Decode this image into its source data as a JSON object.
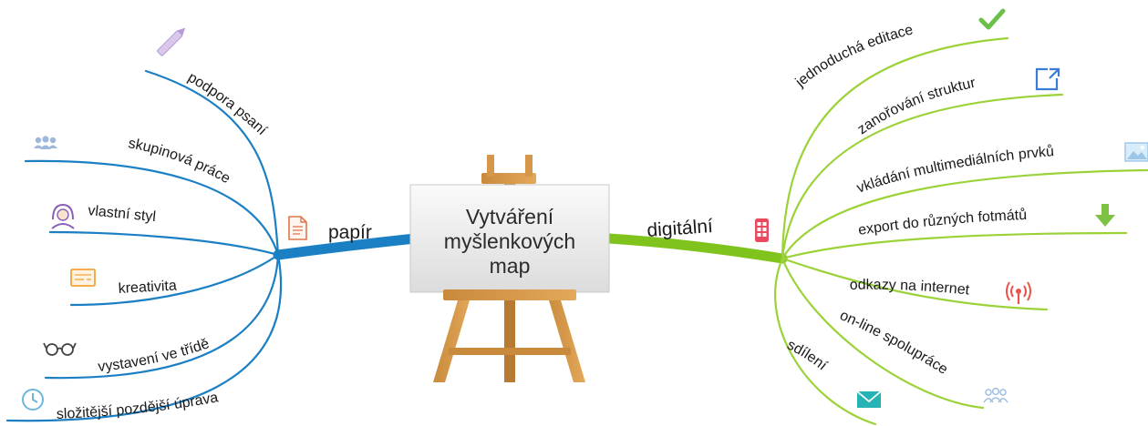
{
  "center": {
    "title_lines": [
      "Vytváření",
      "myšlenkových",
      "map"
    ]
  },
  "left": {
    "branch_label": "papír",
    "color": "#1b7fc4",
    "icon": "document-icon",
    "items": [
      {
        "label": "podpora psaní",
        "icon": "pencil-icon"
      },
      {
        "label": "skupinová práce",
        "icon": "group-icon"
      },
      {
        "label": "vlastní styl",
        "icon": "person-icon"
      },
      {
        "label": "kreativita",
        "icon": "note-card-icon"
      },
      {
        "label": "vystavení ve třídě",
        "icon": "glasses-icon"
      },
      {
        "label": "složitější pozdější úprava",
        "icon": "clock-icon"
      }
    ]
  },
  "right": {
    "branch_label": "digitální",
    "color": "#7fc31c",
    "icon": "tablet-icon",
    "items": [
      {
        "label": "jednoduchá editace",
        "icon": "checkmark-icon"
      },
      {
        "label": "zanořování struktur",
        "icon": "nest-arrow-icon"
      },
      {
        "label": "vkládání multimediálních prvků",
        "icon": "image-icon"
      },
      {
        "label": "export do různých fotmátů",
        "icon": "download-icon"
      },
      {
        "label": "odkazy na internet",
        "icon": "broadcast-icon"
      },
      {
        "label": "on-line spolupráce",
        "icon": "people-icon"
      },
      {
        "label": "sdílení",
        "icon": "envelope-icon"
      }
    ]
  }
}
